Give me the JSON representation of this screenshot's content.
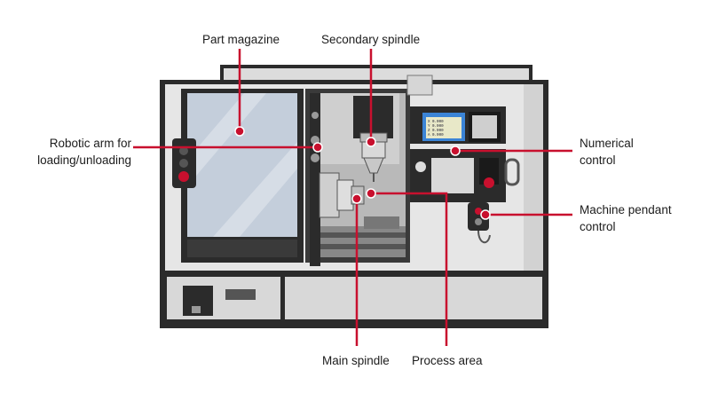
{
  "accent_color": "#c8102e",
  "labels": {
    "part_magazine": "Part magazine",
    "secondary_spindle": "Secondary spindle",
    "robotic_arm": [
      "Robotic arm for",
      "loading/unloading"
    ],
    "numerical_control": [
      "Numerical",
      "control"
    ],
    "machine_pendant_control": [
      "Machine pendant",
      "control"
    ],
    "main_spindle": "Main spindle",
    "process_area": "Process area"
  },
  "numerical_control_screen": {
    "lines": [
      "X 0.000",
      "Y 0.000",
      "Z 0.000",
      "A 0.000"
    ]
  }
}
